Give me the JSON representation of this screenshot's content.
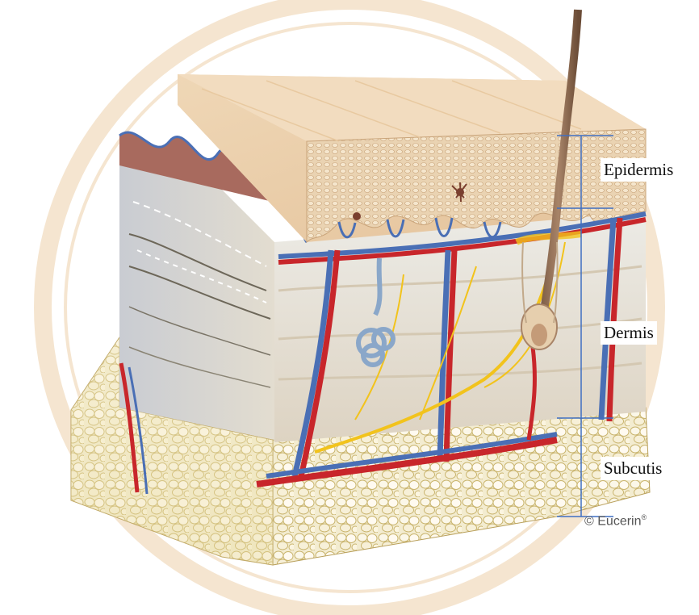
{
  "labels": {
    "epidermis": "Epidermis",
    "dermis": "Dermis",
    "subcutis": "Subcutis"
  },
  "credit": {
    "copyright_symbol": "©",
    "brand": "Eucerin",
    "registered": "®"
  },
  "colors": {
    "epidermis": "#e8cba6",
    "dermis": "#e6e0d4",
    "subcutis": "#efe6b8",
    "artery": "#c8262b",
    "vein": "#4a6fb5",
    "nerve": "#f2c31c",
    "bracket": "#3f6fc2",
    "watermark": "#e3b77a"
  }
}
